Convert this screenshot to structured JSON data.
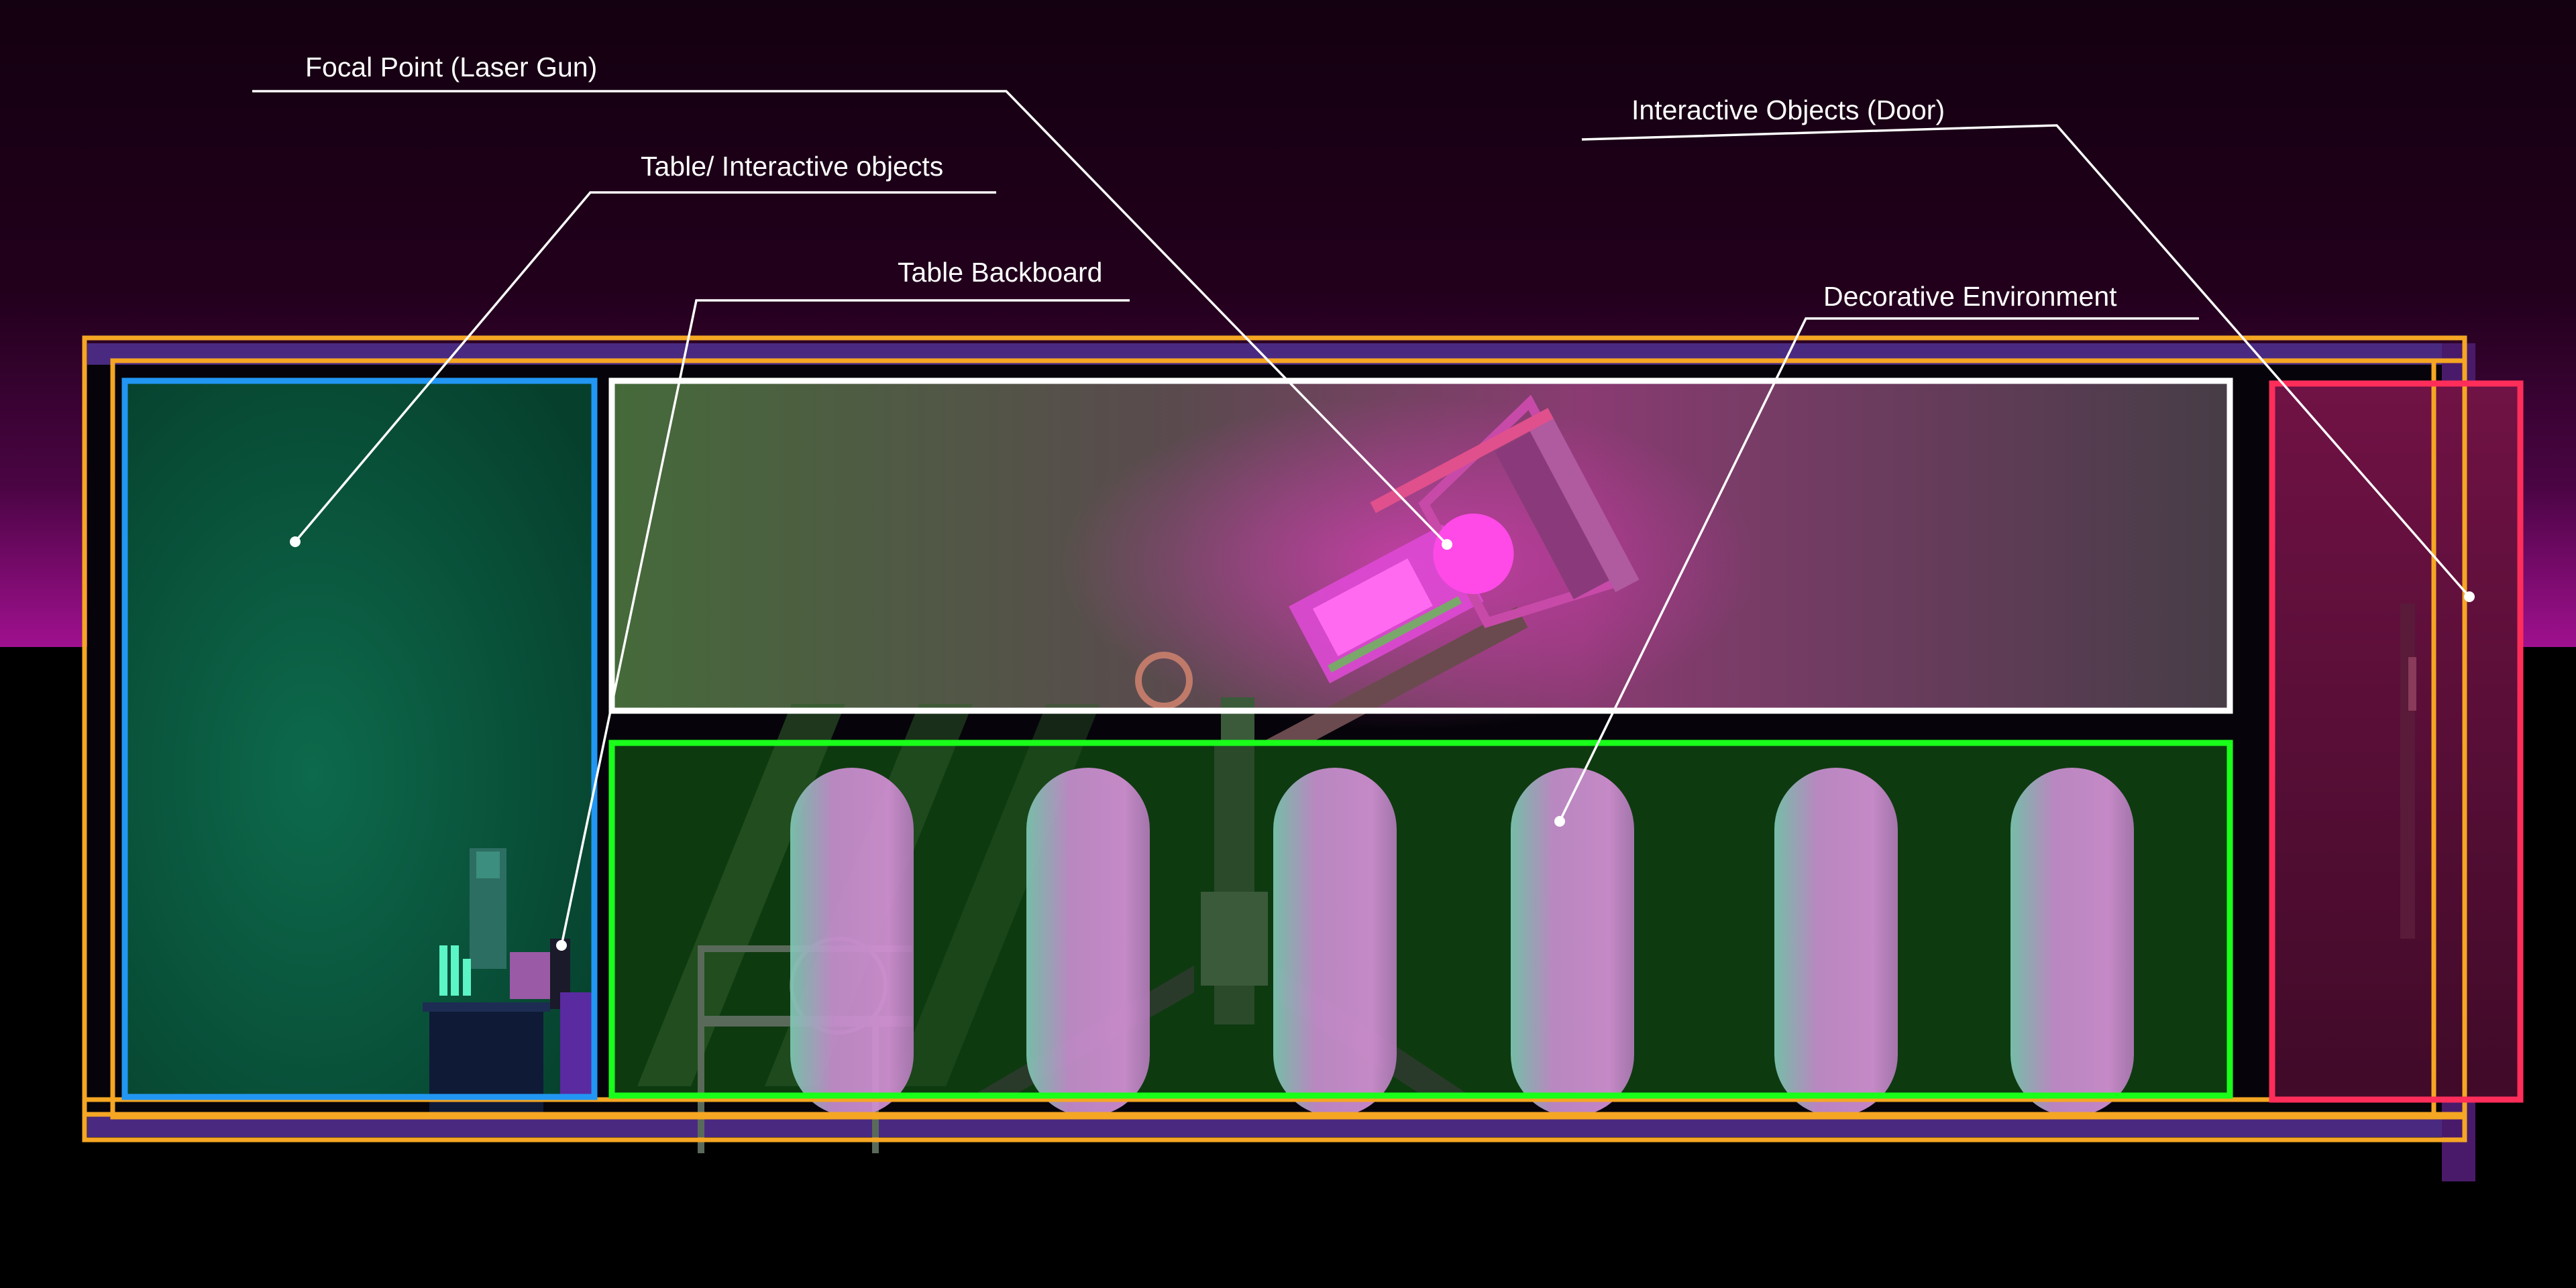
{
  "callouts": [
    {
      "id": "focal-point",
      "label": "Focal Point (Laser Gun)"
    },
    {
      "id": "table-interactive",
      "label": "Table/ Interactive objects"
    },
    {
      "id": "table-backboard",
      "label": "Table Backboard"
    },
    {
      "id": "interactive-door",
      "label": "Interactive Objects (Door)"
    },
    {
      "id": "decorative-env",
      "label": "Decorative Environment"
    }
  ],
  "zone_colors": {
    "outer_bounds": "#f5a623",
    "table_zone": "#2196f3",
    "focal_zone": "#ffffff",
    "decorative_zone": "#1aff1a",
    "door_zone": "#ff2d5a"
  },
  "pod_count": 6
}
